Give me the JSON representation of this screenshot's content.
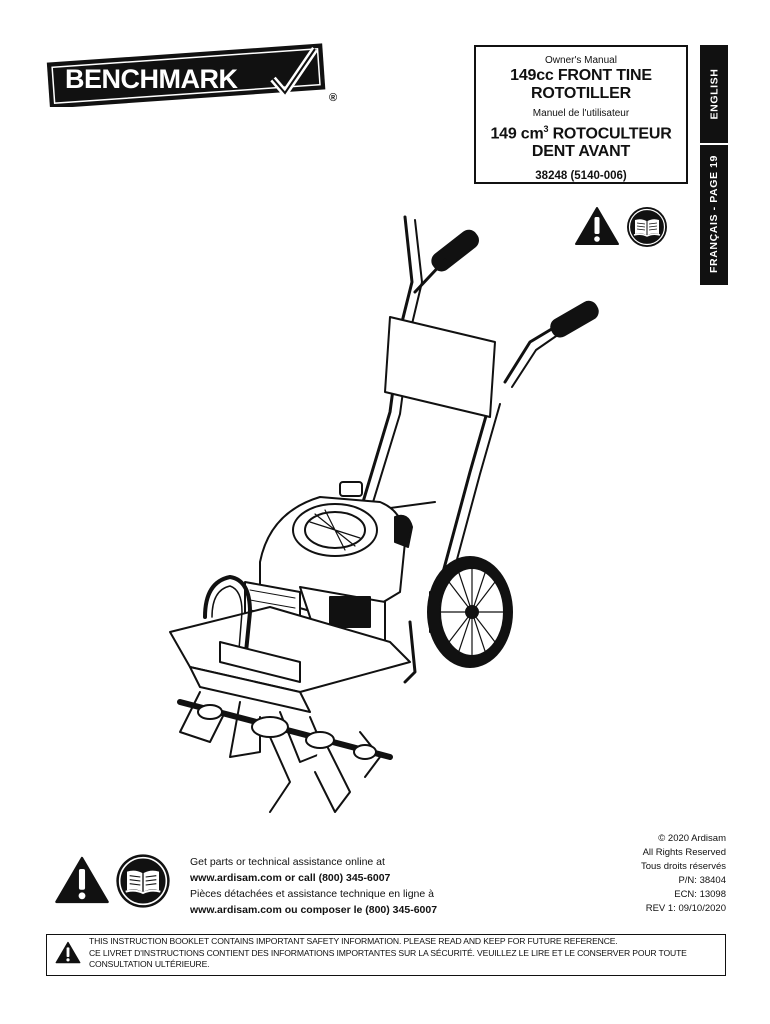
{
  "brand": {
    "name": "BENCHMARK",
    "registered": "®"
  },
  "title_box": {
    "en_label": "Owner's Manual",
    "en_title_line1": "149cc FRONT TINE",
    "en_title_line2": "ROTOTILLER",
    "fr_label": "Manuel de l'utilisateur",
    "fr_title_line1_prefix": "149 cm",
    "fr_title_line1_sup": "3",
    "fr_title_line1_suffix": " ROTOCULTEUR",
    "fr_title_line2": "DENT AVANT",
    "model": "38248 (5140-006)"
  },
  "side_tab": {
    "english": "ENGLISH",
    "french": "FRANÇAIS - PAGE 19"
  },
  "icons": {
    "warning": "warning-triangle-icon",
    "manual": "open-book-icon"
  },
  "assistance": {
    "line1": "Get parts or technical assistance online at",
    "line2": "www.ardisam.com or call (800) 345-6007",
    "line3": "Pièces détachées et assistance technique en ligne à",
    "line4": "www.ardisam.com ou composer le (800) 345-6007"
  },
  "copyright": {
    "line1": "© 2020 Ardisam",
    "line2": "All Rights Reserved",
    "line3": "Tous droits réservés",
    "line4": "P/N: 38404",
    "line5": "ECN: 13098",
    "line6": "REV 1: 09/10/2020"
  },
  "notice": {
    "line1": "THIS INSTRUCTION BOOKLET CONTAINS IMPORTANT SAFETY INFORMATION. PLEASE READ AND KEEP FOR FUTURE REFERENCE.",
    "line2": "CE LIVRET D'INSTRUCTIONS CONTIENT DES INFORMATIONS IMPORTANTES SUR LA SÉCURITÉ. VEUILLEZ LE LIRE ET LE CONSERVER POUR TOUTE",
    "line3": "CONSULTATION ULTÉRIEURE."
  }
}
